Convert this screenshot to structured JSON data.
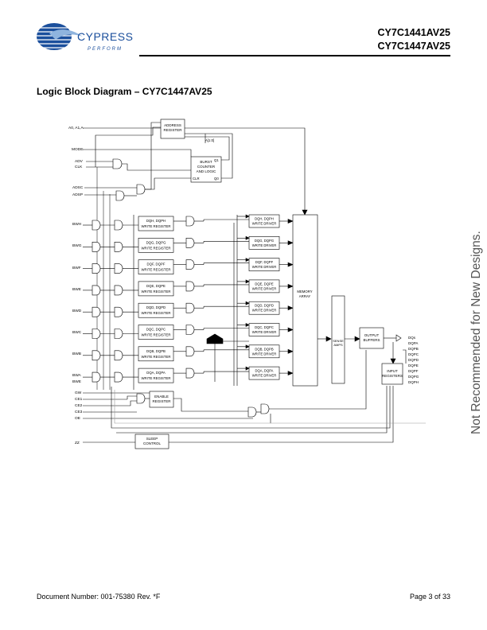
{
  "header": {
    "brand": "CYPRESS",
    "tagline": "PERFORM",
    "part1": "CY7C1441AV25",
    "part2": "CY7C1447AV25"
  },
  "title": "Logic Block Diagram – CY7C1447AV25",
  "side_note": "Not Recommended for New Designs.",
  "diagram": {
    "inputs": [
      "A0, A1,A",
      "MODE",
      "ADV",
      "CLK",
      "ADSC",
      "ADSP",
      "BWH",
      "BWG",
      "BWF",
      "BWE",
      "BWD",
      "BWC",
      "BWB",
      "BWA",
      "BWE",
      "GW",
      "CE1",
      "CE2",
      "CE3",
      "OE",
      "ZZ"
    ],
    "address_register": [
      "ADDRESS",
      "REGISTER"
    ],
    "addr_bus": "A[1:0]",
    "burst_counter": [
      "BURST",
      "COUNTER",
      "AND LOGIC"
    ],
    "burst_q1": "Q1",
    "burst_q0": "Q0",
    "burst_clr": "CLR",
    "write_registers": [
      [
        "DQH, DQPH",
        "WRITE  REGISTER"
      ],
      [
        "DQG, DQPG",
        "WRITE  REGISTER"
      ],
      [
        "DQF, DQPF",
        "WRITE  REGISTER"
      ],
      [
        "DQE, DQPE",
        "WRITE  REGISTER"
      ],
      [
        "DQD, DQPD",
        "WRITE  REGISTER"
      ],
      [
        "DQC, DQPC",
        "WRITE  REGISTER"
      ],
      [
        "DQB, DQPB",
        "WRITE  REGISTER"
      ],
      [
        "DQA, DQPA",
        "WRITE  REGISTER"
      ]
    ],
    "write_drivers": [
      [
        "DQH, DQPH",
        "WRITE  DRIVER"
      ],
      [
        "DQG, DQPG",
        "WRITE  DRIVER"
      ],
      [
        "DQF, DQPF",
        "WRITE  DRIVER"
      ],
      [
        "DQE, DQPE",
        "WRITE  DRIVER"
      ],
      [
        "DQD, DQPD",
        "WRITE  DRIVER"
      ],
      [
        "DQC, DQPC",
        "WRITE  DRIVER"
      ],
      [
        "DQB, DQPB",
        "WRITE  DRIVER"
      ],
      [
        "DQA, DQPA",
        "WRITE  DRIVER"
      ]
    ],
    "memory_array": [
      "MEMORY",
      "ARRAY"
    ],
    "sense_amps": [
      "SENSE",
      "AMPS"
    ],
    "output_buffers": [
      "OUTPUT",
      "BUFFERS"
    ],
    "input_registers": [
      "INPUT",
      "REGISTERS"
    ],
    "enable_register": [
      "ENABLE",
      "REGISTER"
    ],
    "sleep_control": [
      "SLEEP",
      "CONTROL"
    ],
    "outputs": [
      "DQs",
      "DQPA",
      "DQPB",
      "DQPC",
      "DQPD",
      "DQPE",
      "DQPF",
      "DQPG",
      "DQPH"
    ]
  },
  "footer": {
    "doc": "Document Number: 001-75380 Rev. *F",
    "page": "Page 3 of 33"
  },
  "colors": {
    "logo_blue": "#1b4f9c",
    "logo_light": "#8fb4de"
  }
}
